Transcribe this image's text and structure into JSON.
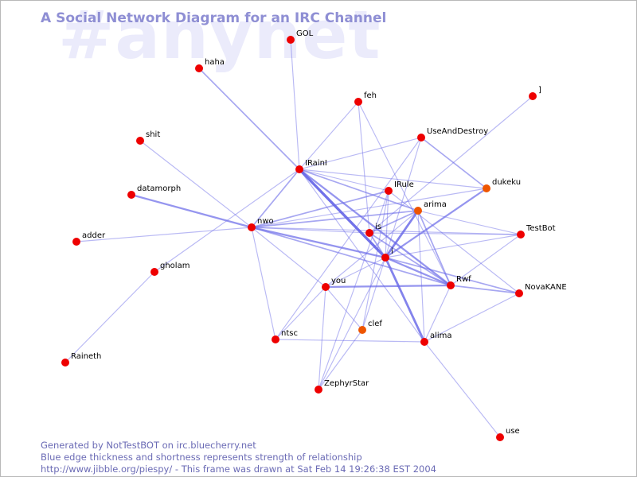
{
  "watermark": "#anynet",
  "title": "A Social Network Diagram for an IRC Channel",
  "footer": {
    "line1": "Generated by NotTestBOT on irc.bluecherry.net",
    "line2": "Blue edge thickness and shortness represents strength of relationship",
    "line3": "http://www.jibble.org/piespy/ - This frame was drawn at Sat Feb 14 19:26:38 EST 2004"
  },
  "colors": {
    "node": "#ee0000",
    "node_highlight": "#ee5500",
    "edge": "#6a6ae8",
    "title": "#8f8fd4",
    "watermark": "#ebebfb",
    "footer": "#6b6bb5"
  },
  "nodes": [
    {
      "id": "GOL",
      "label": "GOL"
    },
    {
      "id": "haha",
      "label": "haha"
    },
    {
      "id": "feh",
      "label": "feh"
    },
    {
      "id": "]",
      "label": "]"
    },
    {
      "id": "UseAndDestroy",
      "label": "UseAndDestroy"
    },
    {
      "id": "shit",
      "label": "shit"
    },
    {
      "id": "IRainI",
      "label": "IRainI"
    },
    {
      "id": "dukeku",
      "label": "dukeku",
      "highlight": true
    },
    {
      "id": "datamorph",
      "label": "datamorph"
    },
    {
      "id": "IRule",
      "label": "IRule"
    },
    {
      "id": "arima",
      "label": "arima",
      "highlight": true
    },
    {
      "id": "nwo",
      "label": "nwo"
    },
    {
      "id": "TestBot",
      "label": "TestBot"
    },
    {
      "id": "is",
      "label": "is"
    },
    {
      "id": "adder",
      "label": "adder"
    },
    {
      "id": "i",
      "label": "i"
    },
    {
      "id": "gholam",
      "label": "gholam"
    },
    {
      "id": "you",
      "label": "you"
    },
    {
      "id": "Rwf",
      "label": "Rwf"
    },
    {
      "id": "NovaKANE",
      "label": "NovaKANE"
    },
    {
      "id": "clef",
      "label": "clef",
      "highlight": true
    },
    {
      "id": "ntsc",
      "label": "ntsc"
    },
    {
      "id": "alima",
      "label": "alima"
    },
    {
      "id": "Raineth",
      "label": "Raineth"
    },
    {
      "id": "ZephyrStar",
      "label": "ZephyrStar"
    },
    {
      "id": "use",
      "label": "use"
    }
  ],
  "edges": [
    {
      "from": "GOL",
      "to": "IRainI",
      "weight": 1
    },
    {
      "from": "haha",
      "to": "IRainI",
      "weight": 2
    },
    {
      "from": "shit",
      "to": "nwo",
      "weight": 1
    },
    {
      "from": "datamorph",
      "to": "nwo",
      "weight": 3
    },
    {
      "from": "adder",
      "to": "nwo",
      "weight": 1
    },
    {
      "from": "gholam",
      "to": "Raineth",
      "weight": 1
    },
    {
      "from": "gholam",
      "to": "IRainI",
      "weight": 1
    },
    {
      "from": "feh",
      "to": "IRainI",
      "weight": 1
    },
    {
      "from": "feh",
      "to": "is",
      "weight": 1
    },
    {
      "from": "feh",
      "to": "Rwf",
      "weight": 1
    },
    {
      "from": "]",
      "to": "is",
      "weight": 1
    },
    {
      "from": "UseAndDestroy",
      "to": "IRainI",
      "weight": 1
    },
    {
      "from": "UseAndDestroy",
      "to": "dukeku",
      "weight": 2
    },
    {
      "from": "UseAndDestroy",
      "to": "i",
      "weight": 1
    },
    {
      "from": "UseAndDestroy",
      "to": "ntsc",
      "weight": 1
    },
    {
      "from": "IRainI",
      "to": "i",
      "weight": 5
    },
    {
      "from": "IRainI",
      "to": "arima",
      "weight": 2
    },
    {
      "from": "IRainI",
      "to": "IRule",
      "weight": 1
    },
    {
      "from": "IRainI",
      "to": "nwo",
      "weight": 2
    },
    {
      "from": "IRainI",
      "to": "Rwf",
      "weight": 3
    },
    {
      "from": "IRainI",
      "to": "dukeku",
      "weight": 1
    },
    {
      "from": "IRainI",
      "to": "alima",
      "weight": 1
    },
    {
      "from": "dukeku",
      "to": "i",
      "weight": 3
    },
    {
      "from": "dukeku",
      "to": "nwo",
      "weight": 1
    },
    {
      "from": "IRule",
      "to": "nwo",
      "weight": 2
    },
    {
      "from": "IRule",
      "to": "clef",
      "weight": 1
    },
    {
      "from": "IRule",
      "to": "ZephyrStar",
      "weight": 1
    },
    {
      "from": "IRule",
      "to": "i",
      "weight": 1
    },
    {
      "from": "IRule",
      "to": "NovaKANE",
      "weight": 1
    },
    {
      "from": "arima",
      "to": "i",
      "weight": 4
    },
    {
      "from": "arima",
      "to": "nwo",
      "weight": 2
    },
    {
      "from": "arima",
      "to": "you",
      "weight": 1
    },
    {
      "from": "arima",
      "to": "is",
      "weight": 2
    },
    {
      "from": "arima",
      "to": "Rwf",
      "weight": 2
    },
    {
      "from": "arima",
      "to": "alima",
      "weight": 1
    },
    {
      "from": "arima",
      "to": "TestBot",
      "weight": 1
    },
    {
      "from": "nwo",
      "to": "i",
      "weight": 3
    },
    {
      "from": "nwo",
      "to": "is",
      "weight": 1
    },
    {
      "from": "nwo",
      "to": "TestBot",
      "weight": 1
    },
    {
      "from": "nwo",
      "to": "you",
      "weight": 1
    },
    {
      "from": "nwo",
      "to": "ntsc",
      "weight": 1
    },
    {
      "from": "nwo",
      "to": "Rwf",
      "weight": 2
    },
    {
      "from": "is",
      "to": "i",
      "weight": 2
    },
    {
      "from": "is",
      "to": "TestBot",
      "weight": 1
    },
    {
      "from": "is",
      "to": "Rwf",
      "weight": 2
    },
    {
      "from": "i",
      "to": "Rwf",
      "weight": 3
    },
    {
      "from": "i",
      "to": "alima",
      "weight": 4
    },
    {
      "from": "i",
      "to": "NovaKANE",
      "weight": 2
    },
    {
      "from": "i",
      "to": "you",
      "weight": 1
    },
    {
      "from": "i",
      "to": "clef",
      "weight": 1
    },
    {
      "from": "i",
      "to": "ZephyrStar",
      "weight": 1
    },
    {
      "from": "i",
      "to": "TestBot",
      "weight": 1
    },
    {
      "from": "you",
      "to": "Rwf",
      "weight": 3
    },
    {
      "from": "you",
      "to": "clef",
      "weight": 1
    },
    {
      "from": "you",
      "to": "ZephyrStar",
      "weight": 1
    },
    {
      "from": "you",
      "to": "ntsc",
      "weight": 1
    },
    {
      "from": "Rwf",
      "to": "NovaKANE",
      "weight": 2
    },
    {
      "from": "Rwf",
      "to": "alima",
      "weight": 1
    },
    {
      "from": "TestBot",
      "to": "Rwf",
      "weight": 1
    },
    {
      "from": "alima",
      "to": "NovaKANE",
      "weight": 1
    },
    {
      "from": "alima",
      "to": "use",
      "weight": 1
    },
    {
      "from": "ntsc",
      "to": "alima",
      "weight": 1
    },
    {
      "from": "clef",
      "to": "ZephyrStar",
      "weight": 1
    }
  ]
}
